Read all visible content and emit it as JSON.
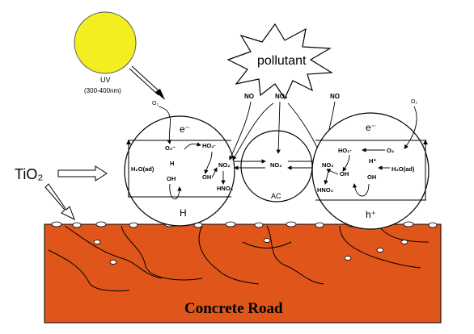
{
  "uv": {
    "label": "UV",
    "range": "(300-400nm)"
  },
  "pollutant": {
    "label": "pollutant"
  },
  "tio2": {
    "label": "TiO₂"
  },
  "road": {
    "label": "Concrete Road"
  },
  "ac": {
    "label": "AC"
  },
  "inputs": {
    "no_left": "NO",
    "no2_mid": "NO₂",
    "no_right": "NO"
  },
  "left_particle": {
    "e": "e⁻",
    "h": "H",
    "o2_top": "O₂",
    "o2_minus": "O₂⁻",
    "ho2": "HO₂·",
    "h2o": "H₂O(ad)",
    "oh": "OH",
    "oh_mid": "OH",
    "no2": "NO₂",
    "hno3": "HNO₃"
  },
  "right_particle": {
    "e": "e⁻",
    "h": "h⁺",
    "o2_top": "O₂",
    "o2_mid": "O₂",
    "ho2": "HO₂·",
    "h_plus": "H⁺",
    "oh": "OH",
    "oh_mid": "OH",
    "h2o": "H₂O(ad)",
    "no2": "NO₂",
    "hno3": "HNO₃"
  },
  "center": {
    "no2": "NO₂"
  },
  "colors": {
    "sun": "#f4ee20",
    "road": "#e0561a",
    "line": "#000000"
  }
}
